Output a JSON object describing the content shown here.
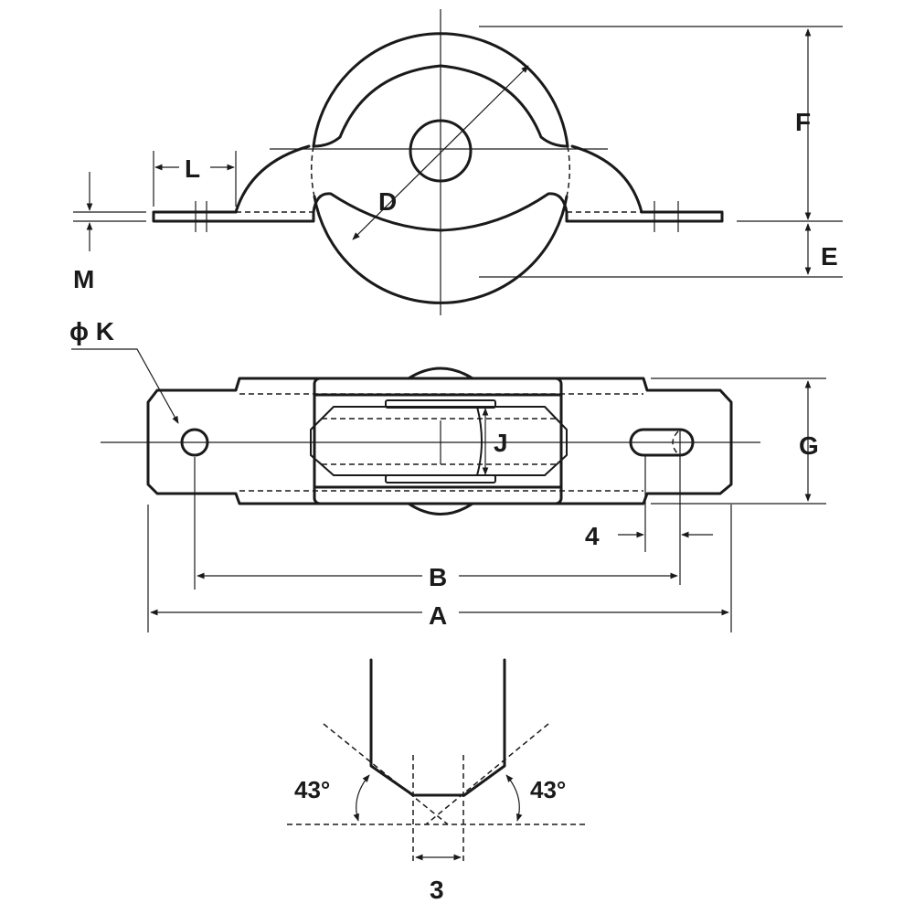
{
  "labels": {
    "L": "L",
    "M": "M",
    "D": "D",
    "F": "F",
    "E": "E",
    "phi_K": "ϕ K",
    "J": "J",
    "G": "G",
    "four": "4",
    "B": "B",
    "A": "A",
    "angle_left": "43°",
    "angle_right": "43°",
    "three": "3"
  }
}
